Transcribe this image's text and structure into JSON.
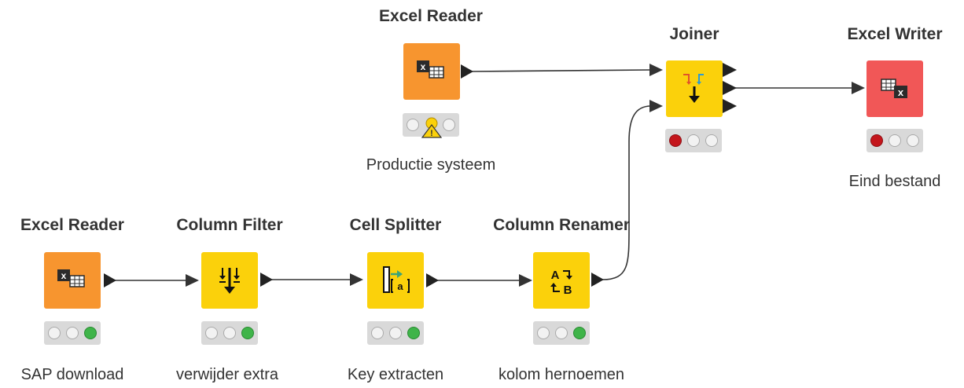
{
  "workflow": {
    "nodes": {
      "excel_reader_top": {
        "title": "Excel Reader",
        "caption": "Productie systeem",
        "status": "warning",
        "icon": "excel-reader-icon"
      },
      "joiner": {
        "title": "Joiner",
        "caption": "",
        "status": "red",
        "icon": "joiner-icon"
      },
      "excel_writer": {
        "title": "Excel Writer",
        "caption": "Eind bestand",
        "status": "red",
        "icon": "excel-writer-icon"
      },
      "excel_reader_bottom": {
        "title": "Excel Reader",
        "caption": "SAP download",
        "status": "green",
        "icon": "excel-reader-icon"
      },
      "column_filter": {
        "title": "Column Filter",
        "caption": "verwijder extra",
        "status": "green",
        "icon": "column-filter-icon"
      },
      "cell_splitter": {
        "title": "Cell Splitter",
        "caption": "Key extracten",
        "status": "green",
        "icon": "cell-splitter-icon"
      },
      "column_renamer": {
        "title": "Column Renamer",
        "caption": "kolom hernoemen",
        "status": "green",
        "icon": "column-renamer-icon"
      }
    },
    "colors": {
      "reader": "#f7952f",
      "manipulator": "#fbd10b",
      "writer": "#f15757",
      "connection": "#333333",
      "status_green": "#3fb449",
      "status_red": "#c4161c",
      "status_warning": "#fbd10b"
    }
  }
}
